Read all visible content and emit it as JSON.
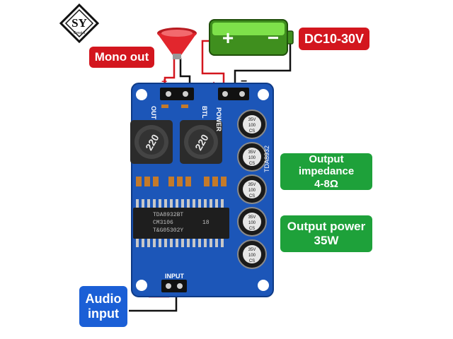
{
  "logo": {
    "text": "SY",
    "subtext": "Great it"
  },
  "labels": {
    "mono_out": "Mono out",
    "dc": "DC10-30V",
    "impedance_line1": "Output impedance",
    "impedance_line2": "4-8Ω",
    "power_line1": "Output power",
    "power_line2": "35W",
    "audio_line1": "Audio",
    "audio_line2": "input"
  },
  "battery": {
    "plus": "+",
    "minus": "−"
  },
  "board": {
    "out_label": "OUT",
    "btl_label": "BTL",
    "power_label": "POWER",
    "input_label": "INPUT",
    "model_label": "TDA8932",
    "inductor_value": "220",
    "chip_line1": "TDA8932BT",
    "chip_line2": "CM3106",
    "chip_line3": "T&G05302Y",
    "chip_suffix": "18",
    "cap_line1": "CS",
    "cap_line2": "100",
    "cap_line3": "35V"
  },
  "polarity": {
    "plus": "+",
    "minus": "−"
  },
  "colors": {
    "pcb": "#1c56b8",
    "red": "#d3161e",
    "green": "#1ea13a",
    "blue": "#1b5fd6"
  }
}
